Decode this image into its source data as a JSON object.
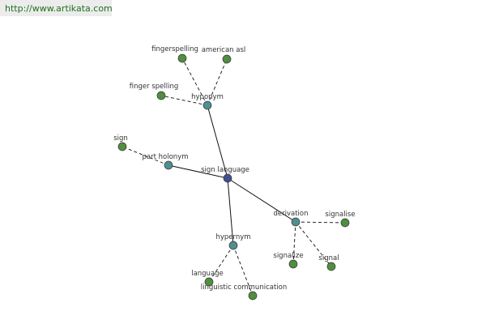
{
  "header": {
    "url": "http://www.artikata.com"
  },
  "colors": {
    "center_node": "#3f4f8f",
    "relation_node": "#4f8f8f",
    "word_node": "#4f8f3f",
    "node_stroke": "#333333",
    "edge": "#111111"
  },
  "graph": {
    "center": {
      "id": "n-center",
      "label": "sign language"
    },
    "relations": [
      {
        "id": "n-hyponym",
        "label": "hyponym"
      },
      {
        "id": "n-part-holonym",
        "label": "part holonym"
      },
      {
        "id": "n-derivation",
        "label": "derivation"
      },
      {
        "id": "n-hypernym",
        "label": "hypernym"
      }
    ],
    "words": [
      {
        "id": "n-fingerspelling",
        "label": "fingerspelling",
        "relation": "n-hyponym"
      },
      {
        "id": "n-american-asl",
        "label": "american asl",
        "relation": "n-hyponym"
      },
      {
        "id": "n-finger-spelling",
        "label": "finger spelling",
        "relation": "n-hyponym"
      },
      {
        "id": "n-sign",
        "label": "sign",
        "relation": "n-part-holonym"
      },
      {
        "id": "n-signalise",
        "label": "signalise",
        "relation": "n-derivation"
      },
      {
        "id": "n-signalize",
        "label": "signalize",
        "relation": "n-derivation"
      },
      {
        "id": "n-signal",
        "label": "signal",
        "relation": "n-derivation"
      },
      {
        "id": "n-language",
        "label": "language",
        "relation": "n-hypernym"
      },
      {
        "id": "n-linguistic-communication",
        "label": "linguistic communication",
        "relation": "n-hypernym"
      }
    ]
  }
}
